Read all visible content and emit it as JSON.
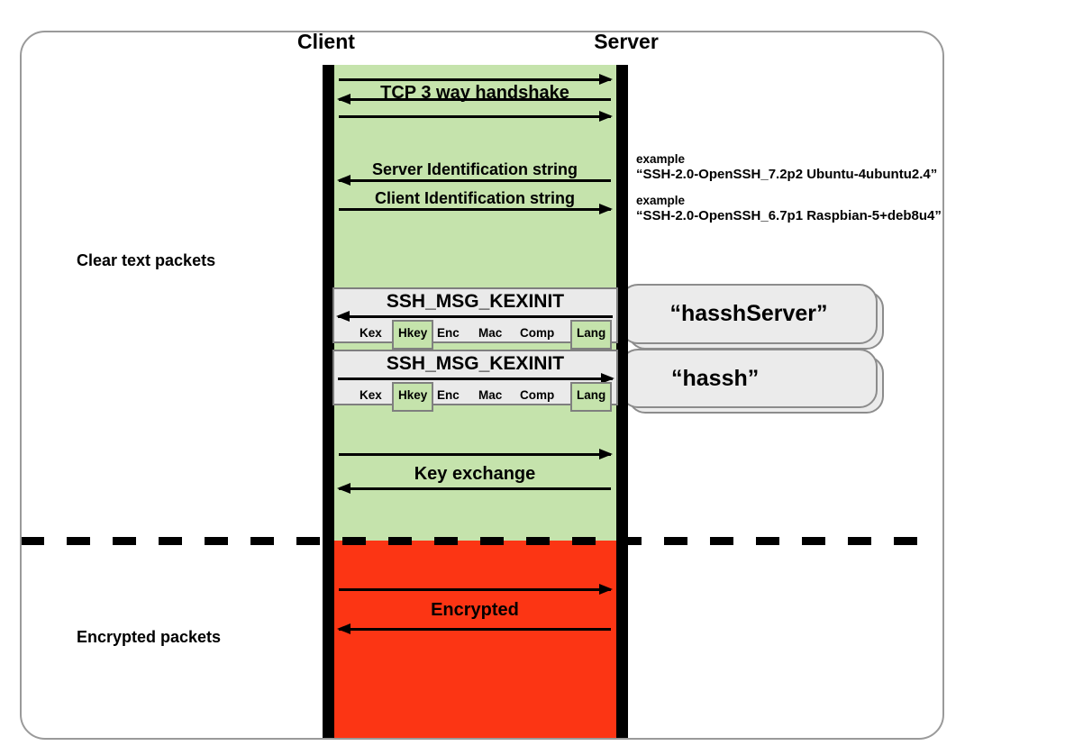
{
  "diagram": {
    "client": "Client",
    "server": "Server",
    "section_labels": {
      "clear_text": "Clear text packets",
      "encrypted": "Encrypted packets"
    },
    "arrows": {
      "tcp_handshake": "TCP 3 way handshake",
      "server_identification": "Server Identification string",
      "client_identification": "Client Identification string",
      "key_exchange": "Key exchange",
      "encrypted": "Encrypted"
    },
    "kexinit": {
      "title": "SSH_MSG_KEXINIT",
      "fields": [
        "Kex",
        "Hkey",
        "Enc",
        "Mac",
        "Comp",
        "Lang"
      ],
      "highlighted_fields": [
        "Hkey",
        "Lang"
      ]
    },
    "fingerprints": {
      "server": "“hasshServer”",
      "client": "“hassh”"
    },
    "examples": [
      {
        "label": "example",
        "value": "“SSH-2.0-OpenSSH_7.2p2 Ubuntu-4ubuntu2.4”"
      },
      {
        "label": "example",
        "value": "“SSH-2.0-OpenSSH_6.7p1 Raspbian-5+deb8u4”"
      }
    ],
    "colors": {
      "clear_text_bg": "#c5e3ac",
      "encrypted_bg": "#fc3514",
      "panel_bg": "#eaeaea",
      "highlight_bg": "#c5e3ac",
      "border_grey": "#8c8c8c"
    }
  }
}
